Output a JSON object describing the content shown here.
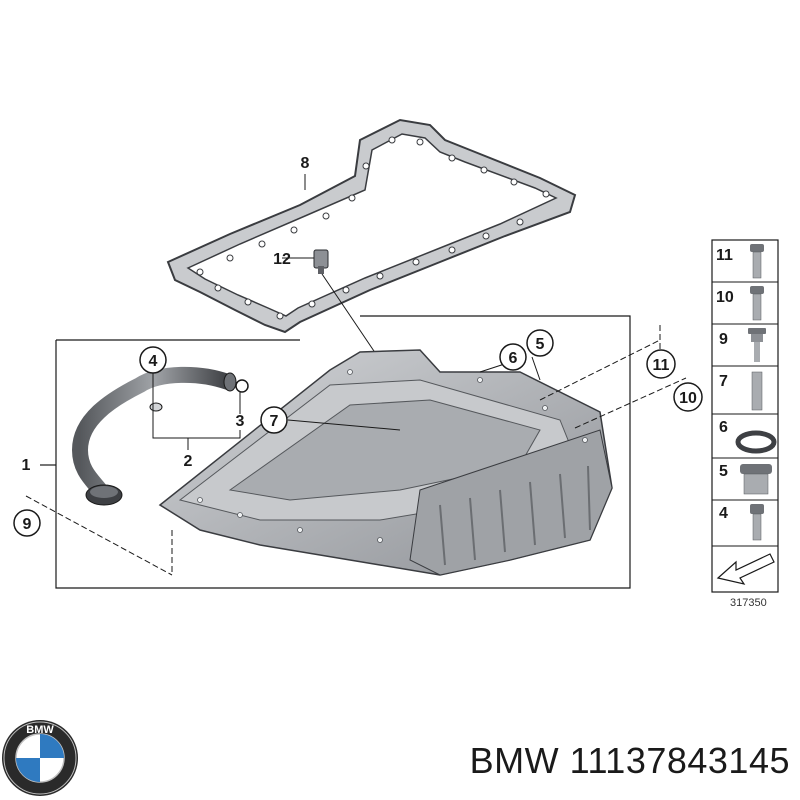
{
  "callouts": {
    "c1": "1",
    "c2": "2",
    "c3": "3",
    "c4": "4",
    "c5": "5",
    "c6": "6",
    "c7": "7",
    "c8": "8",
    "c9": "9",
    "c10": "10",
    "c11": "11",
    "c12": "12"
  },
  "legend": {
    "items": [
      "11",
      "10",
      "9",
      "7",
      "6",
      "5",
      "4"
    ],
    "drawing_number": "317350"
  },
  "footer": {
    "caption": "BMW 11137843145",
    "logo_text": "BMW"
  },
  "colors": {
    "metal": "#b9bcc0",
    "metal_dark": "#8d9095",
    "gasket": "#9a9c9f",
    "line": "#1a1a1a"
  }
}
